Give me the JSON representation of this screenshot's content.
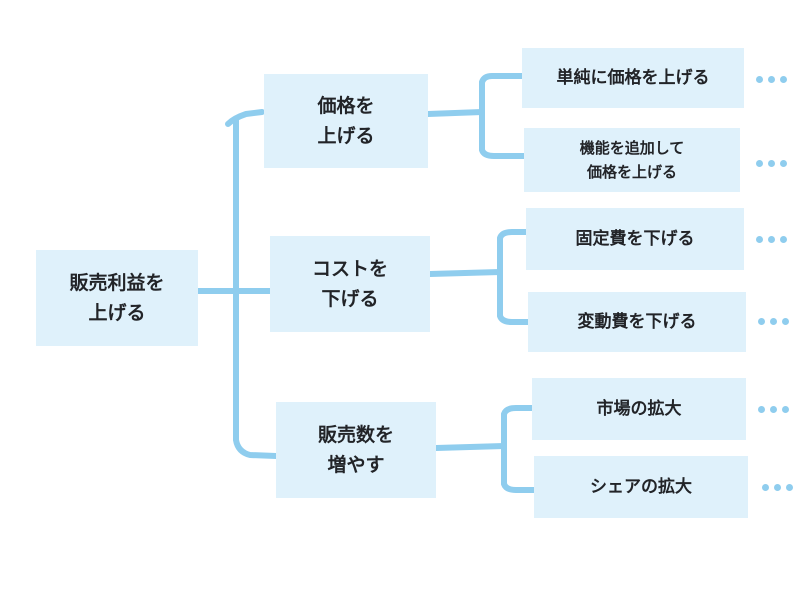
{
  "colors": {
    "node_fill": "#dff1fb",
    "connector": "#8fcdee",
    "text": "#222428"
  },
  "root": {
    "lines": [
      "販売利益を",
      "上げる"
    ]
  },
  "branches": [
    {
      "lines": [
        "価格を",
        "上げる"
      ],
      "children": [
        {
          "lines": [
            "単純に価格を上げる"
          ]
        },
        {
          "lines": [
            "機能を追加して",
            "価格を上げる"
          ]
        }
      ]
    },
    {
      "lines": [
        "コストを",
        "下げる"
      ],
      "children": [
        {
          "lines": [
            "固定費を下げる"
          ]
        },
        {
          "lines": [
            "変動費を下げる"
          ]
        }
      ]
    },
    {
      "lines": [
        "販売数を",
        "増やす"
      ],
      "children": [
        {
          "lines": [
            "市場の拡大"
          ]
        },
        {
          "lines": [
            "シェアの拡大"
          ]
        }
      ]
    }
  ],
  "continuation_icon": "ellipsis-icon"
}
